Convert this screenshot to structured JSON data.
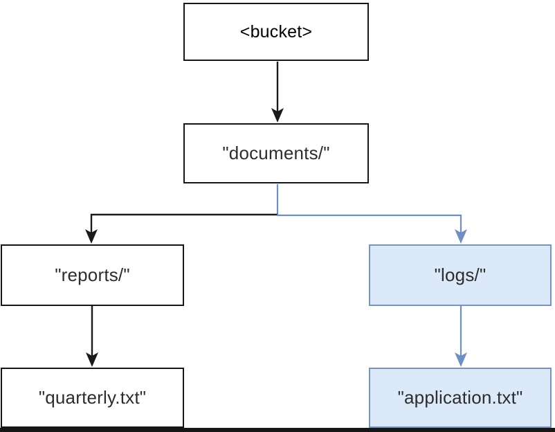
{
  "diagram": {
    "description": "Bucket key-prefix tree diagram",
    "nodes": [
      {
        "id": "bucket",
        "label": "<bucket>",
        "variant": "root"
      },
      {
        "id": "documents",
        "label": "\"documents/\"",
        "variant": "plain"
      },
      {
        "id": "reports",
        "label": "\"reports/\"",
        "variant": "plain"
      },
      {
        "id": "logs",
        "label": "\"logs/\"",
        "variant": "highlighted"
      },
      {
        "id": "quarterly",
        "label": "\"quarterly.txt\"",
        "variant": "plain"
      },
      {
        "id": "application",
        "label": "\"application.txt\"",
        "variant": "highlighted"
      }
    ],
    "edges": [
      {
        "from": "bucket",
        "to": "documents",
        "color": "black"
      },
      {
        "from": "documents",
        "to": "reports",
        "color": "black"
      },
      {
        "from": "documents",
        "to": "logs",
        "color": "blue"
      },
      {
        "from": "reports",
        "to": "quarterly",
        "color": "black"
      },
      {
        "from": "logs",
        "to": "application",
        "color": "blue"
      }
    ],
    "colors": {
      "line_black": "#1a1a1a",
      "line_blue": "#6d8fc4",
      "highlight_border": "#7493c6",
      "highlight_fill": "#dbe9f9"
    }
  }
}
